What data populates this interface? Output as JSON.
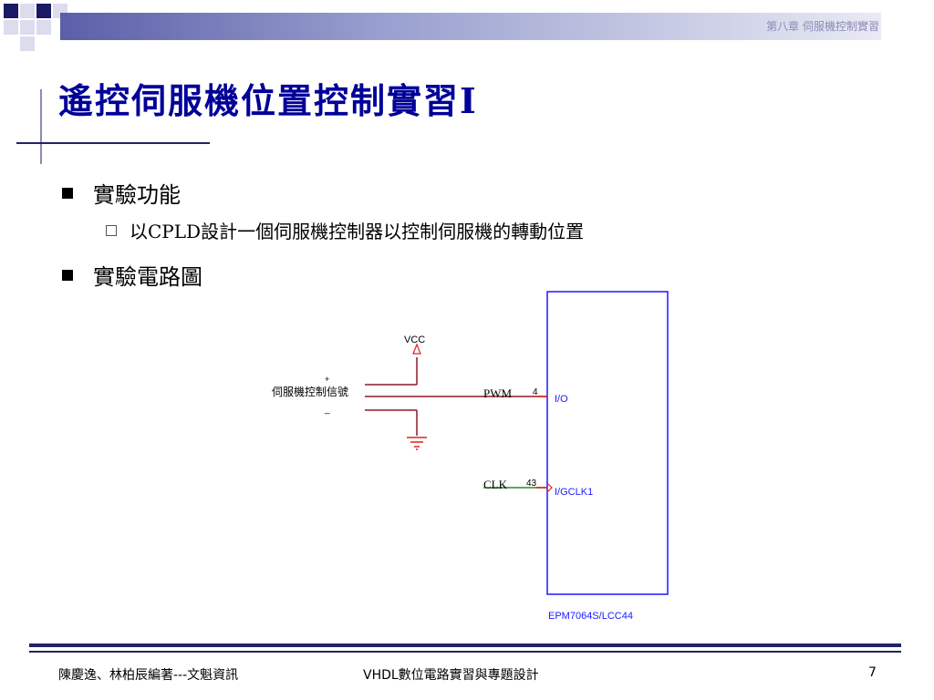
{
  "header": {
    "chapter": "第八章 伺服機控制實習"
  },
  "title": "遙控伺服機位置控制實習I",
  "bullets": [
    {
      "text": "實驗功能",
      "sub": "以CPLD設計一個伺服機控制器以控制伺服機的轉動位置"
    },
    {
      "text": "實驗電路圖"
    }
  ],
  "circuit": {
    "vcc_label": "VCC",
    "plus_label": "+",
    "minus_label": "_",
    "signal_label": "伺服機控制信號",
    "pwm_label": "PWM",
    "pwm_pin": "4",
    "io_label": "I/O",
    "clk_label": "CLK",
    "clk_pin": "43",
    "gclk_label": "I/GCLK1",
    "chip_label": "EPM7064S/LCC44",
    "colors": {
      "wire": "#8b1a2a",
      "chip": "#1a1aff",
      "red": "#e02020",
      "green": "#2a8a2a"
    }
  },
  "footer": {
    "authors": "陳慶逸、林柏辰編著---文魁資訊",
    "book": "VHDL數位電路實習與專題設計",
    "page": "7"
  }
}
